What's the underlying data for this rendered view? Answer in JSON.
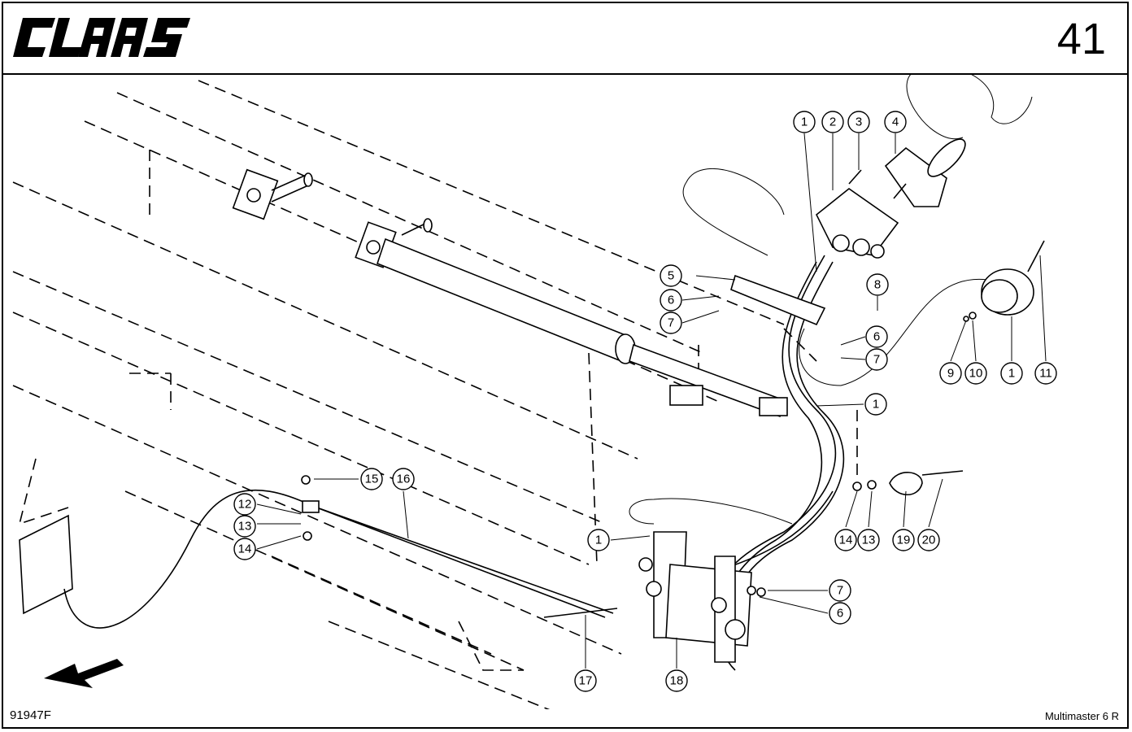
{
  "header": {
    "brand": "CLAAS",
    "page_number": "41"
  },
  "footer": {
    "drawing_code": "91947F",
    "model": "Multimaster 6 R"
  },
  "callouts": [
    "1",
    "2",
    "3",
    "4",
    "5",
    "6",
    "7",
    "8",
    "6",
    "7",
    "9",
    "10",
    "1",
    "11",
    "1",
    "1",
    "15",
    "16",
    "12",
    "13",
    "14",
    "14",
    "13",
    "19",
    "20",
    "7",
    "6",
    "17",
    "18"
  ]
}
